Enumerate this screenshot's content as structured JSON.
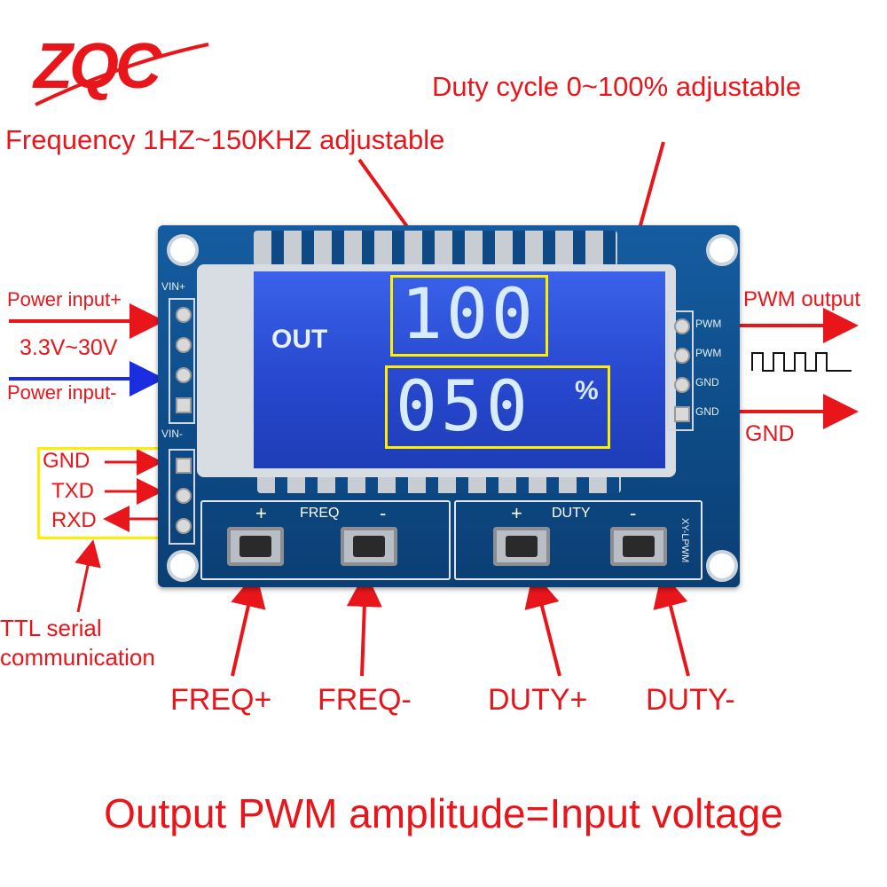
{
  "logo": {
    "text": "ZQC"
  },
  "callouts": {
    "duty_range": "Duty cycle 0~100% adjustable",
    "freq_range": "Frequency 1HZ~150KHZ adjustable",
    "power_plus": "Power input+",
    "voltage": "3.3V~30V",
    "power_minus": "Power input-",
    "gnd": "GND",
    "txd": "TXD",
    "rxd": "RXD",
    "ttl": "TTL serial communication",
    "pwm_output": "PWM output",
    "gnd_out": "GND",
    "freq_plus": "FREQ+",
    "freq_minus": "FREQ-",
    "duty_plus": "DUTY+",
    "duty_minus": "DUTY-",
    "footer": "Output PWM amplitude=Input voltage"
  },
  "board": {
    "vin_plus": "VIN+",
    "vin_minus": "VIN-",
    "out_pins": [
      "PWM",
      "PWM",
      "GND",
      "GND"
    ],
    "freq_group": {
      "plus": "+",
      "label": "FREQ",
      "minus": "-"
    },
    "duty_group": {
      "plus": "+",
      "label": "DUTY",
      "minus": "-"
    },
    "model": "XY-LPWM"
  },
  "lcd": {
    "out_label": "OUT",
    "frequency_value": "100",
    "duty_value": "050",
    "percent": "%"
  },
  "colors": {
    "callout": "#e8161b",
    "pcb": "#0f4f8c",
    "lcd": "#2c4fd6",
    "highlight": "#ffee00",
    "blue_arrow": "#1a2ee0"
  }
}
